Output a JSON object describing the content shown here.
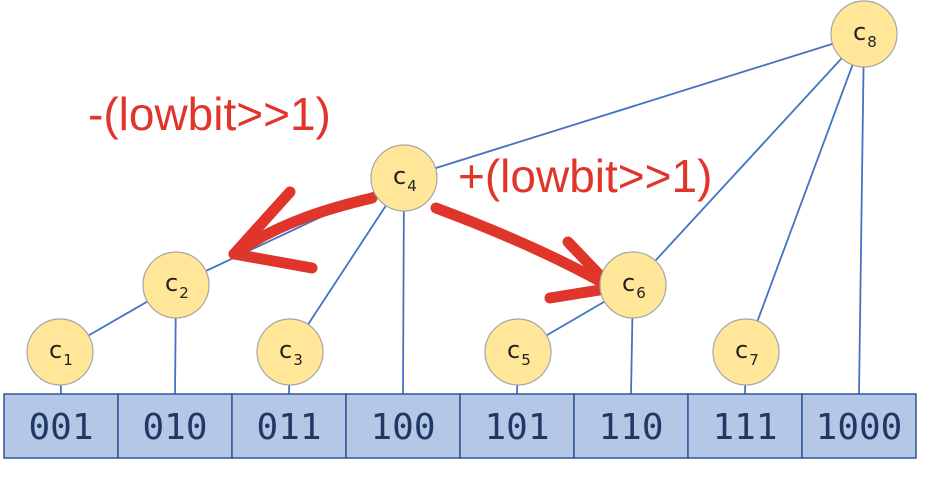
{
  "nodes": [
    {
      "id": "c1",
      "letter": "c",
      "index": "1"
    },
    {
      "id": "c2",
      "letter": "c",
      "index": "2"
    },
    {
      "id": "c3",
      "letter": "c",
      "index": "3"
    },
    {
      "id": "c4",
      "letter": "c",
      "index": "4"
    },
    {
      "id": "c5",
      "letter": "c",
      "index": "5"
    },
    {
      "id": "c6",
      "letter": "c",
      "index": "6"
    },
    {
      "id": "c7",
      "letter": "c",
      "index": "7"
    },
    {
      "id": "c8",
      "letter": "c",
      "index": "8"
    }
  ],
  "edges": [
    [
      "c8",
      "c4"
    ],
    [
      "c8",
      "c6"
    ],
    [
      "c8",
      "c7"
    ],
    [
      "c8",
      "cell-8"
    ],
    [
      "c4",
      "c2"
    ],
    [
      "c4",
      "c3"
    ],
    [
      "c4",
      "cell-4"
    ],
    [
      "c2",
      "c1"
    ],
    [
      "c2",
      "cell-2"
    ],
    [
      "c6",
      "c5"
    ],
    [
      "c6",
      "cell-6"
    ],
    [
      "c1",
      "cell-1"
    ],
    [
      "c3",
      "cell-3"
    ],
    [
      "c5",
      "cell-5"
    ],
    [
      "c7",
      "cell-7"
    ]
  ],
  "cells": [
    "001",
    "010",
    "011",
    "100",
    "101",
    "110",
    "111",
    "1000"
  ],
  "annotations": {
    "left": "-(lowbit>>1)",
    "right": "+(lowbit>>1)"
  },
  "colors": {
    "node_fill": "#FFE699",
    "edge": "#4472C4",
    "cell_fill": "#B4C7E7",
    "annotation": "#E0352B"
  }
}
